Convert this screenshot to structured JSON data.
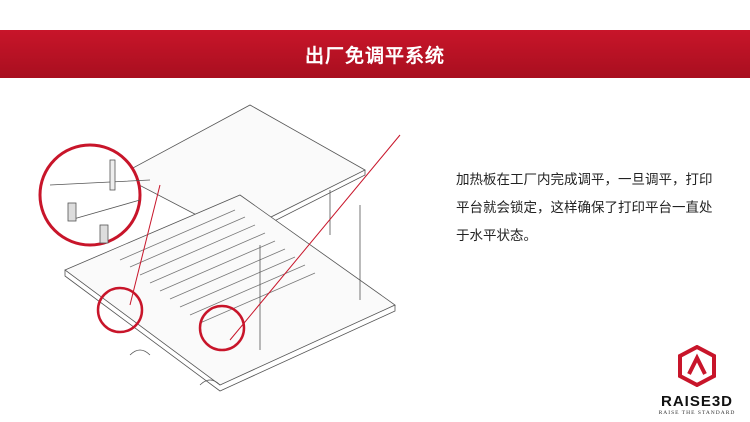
{
  "header": {
    "title": "出厂免调平系统"
  },
  "description": "加热板在工厂内完成调平，一旦调平，打印平台就会锁定，这样确保了打印平台一直处于水平状态。",
  "logo": {
    "name": "RAISE3D",
    "tagline": "RAISE THE STANDARD"
  },
  "colors": {
    "brand_red": "#c8152a"
  }
}
